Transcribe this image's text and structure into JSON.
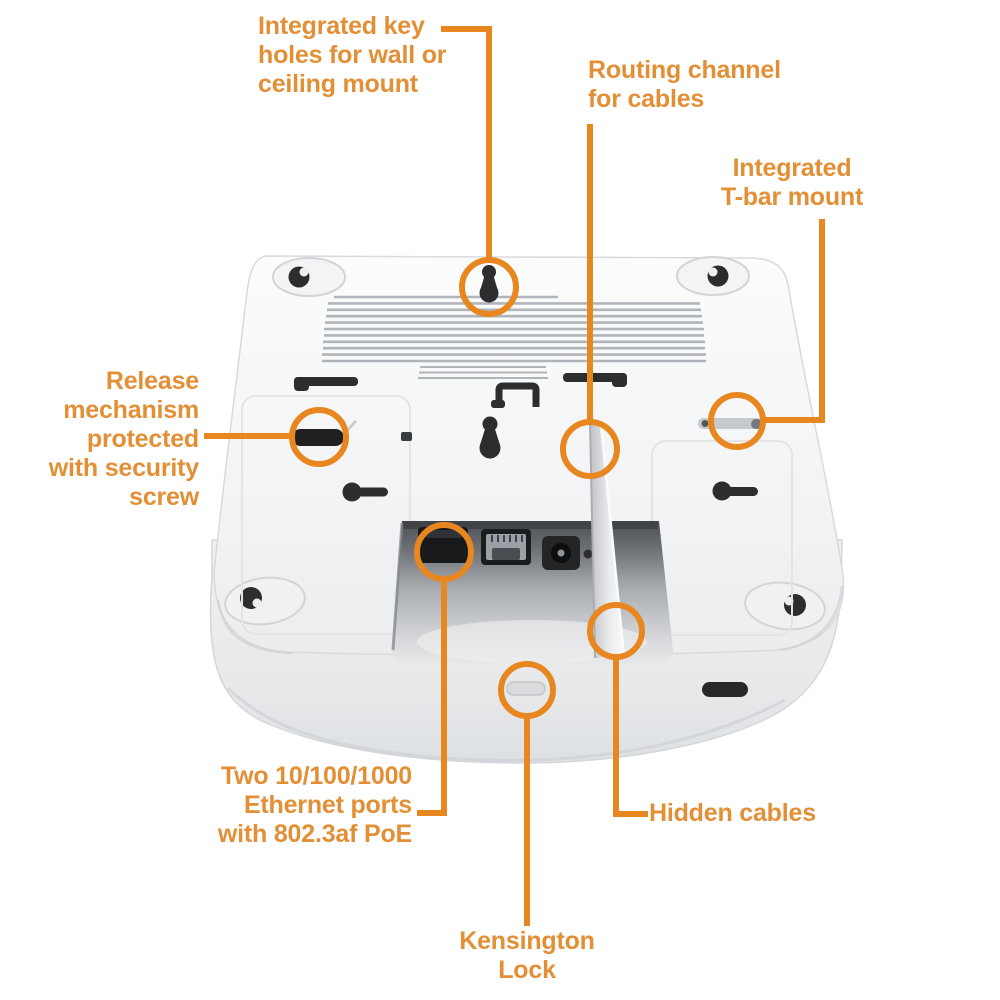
{
  "title": "Wireless access point bottom view - feature callout diagram",
  "colors": {
    "accent_line": "#E8861F",
    "accent_text": "#E28F35",
    "device_body": "#F1F2F3",
    "device_dark": "#2B2D2F",
    "background": "#FFFFFF"
  },
  "device": {
    "name": "Wireless access point (bottom view)"
  },
  "callouts": {
    "keyholes": {
      "label": "Integrated key\nholes for wall or\nceiling mount"
    },
    "routing": {
      "label": "Routing channel\nfor cables"
    },
    "tbar": {
      "label": "Integrated\nT-bar mount"
    },
    "release": {
      "label": "Release\nmechanism\nprotected\nwith security\nscrew"
    },
    "ethernet": {
      "label": "Two 10/100/1000\nEthernet ports\nwith 802.3af PoE"
    },
    "hidden": {
      "label": "Hidden cables"
    },
    "kensington": {
      "label": "Kensington\nLock"
    }
  }
}
